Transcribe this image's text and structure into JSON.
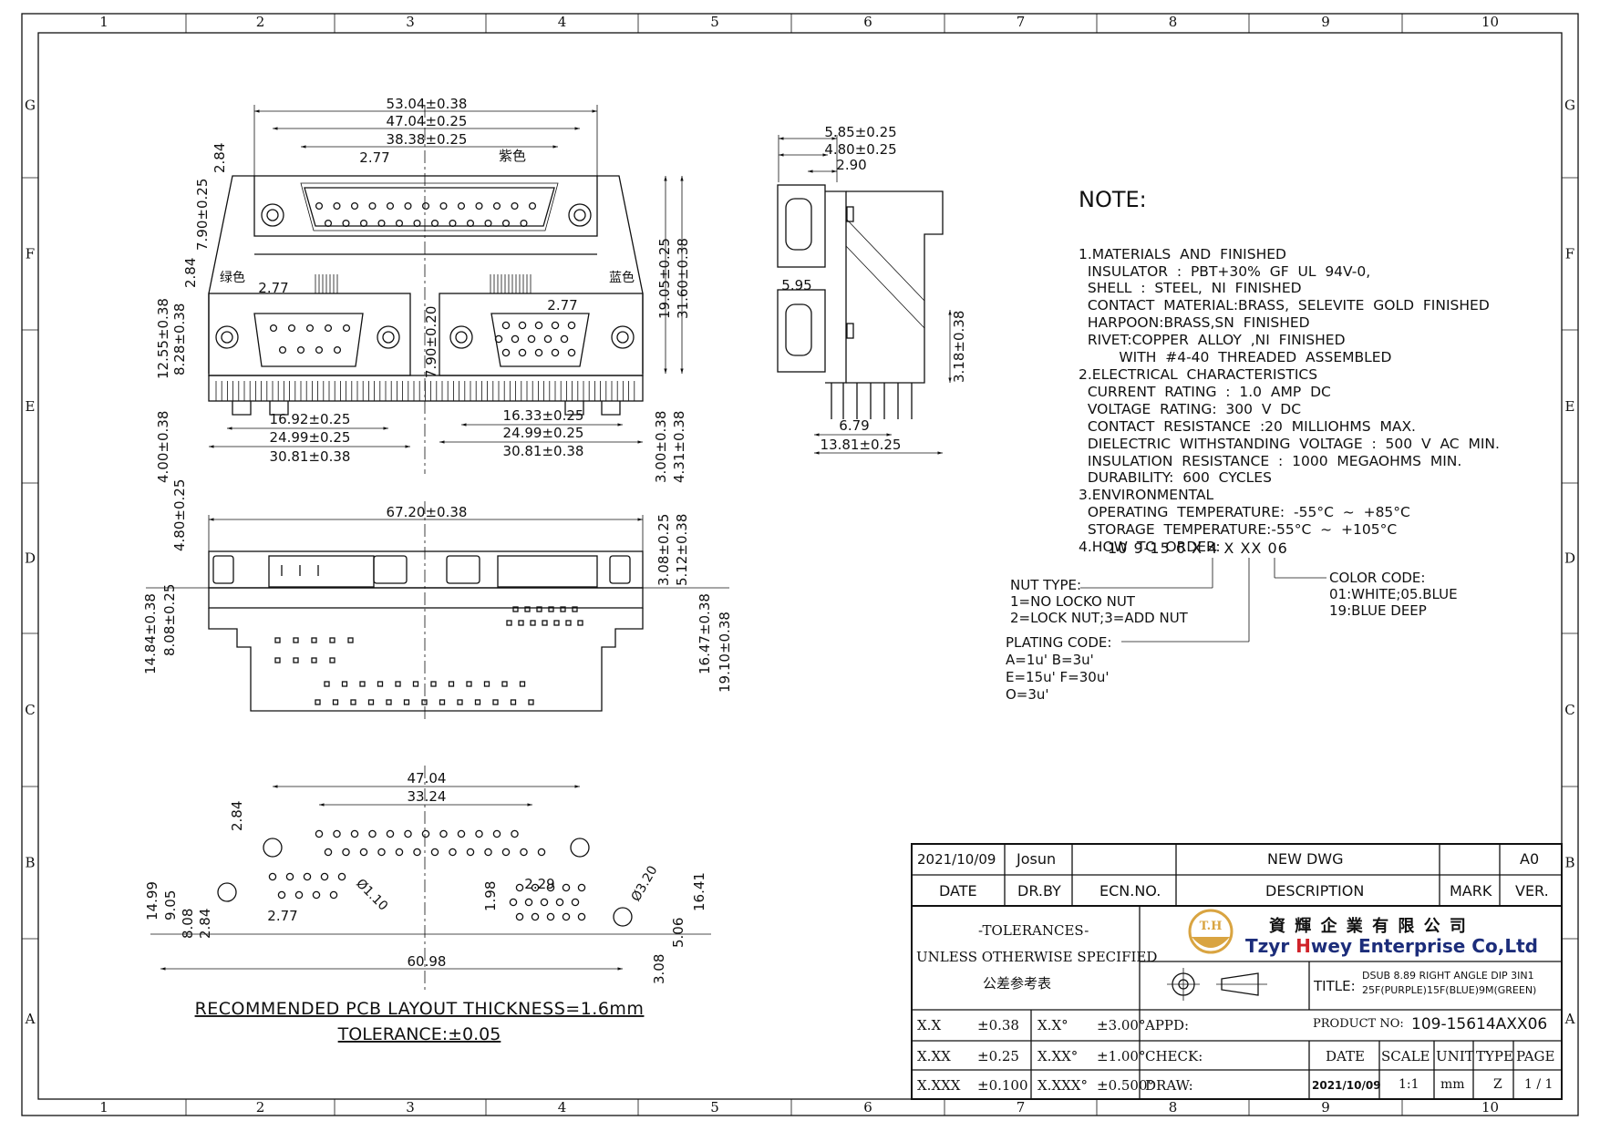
{
  "border": {
    "cols": [
      "1",
      "2",
      "3",
      "4",
      "5",
      "6",
      "7",
      "8",
      "9",
      "10"
    ],
    "rows": [
      "G",
      "F",
      "E",
      "D",
      "C",
      "B",
      "A"
    ]
  },
  "front_view": {
    "dims": {
      "w1": "53.04±0.38",
      "w2": "47.04±0.25",
      "w3": "38.38±0.25",
      "top_pitch": "2.77",
      "top_row": "2.84",
      "left_h": "7.90±0.25",
      "purple": "紫色",
      "green": "绿色",
      "blue": "蓝色",
      "left_pitch": "2.77",
      "left_row": "2.84",
      "right_pitch": "2.77",
      "h1": "12.55±0.38",
      "h2": "8.28±0.38",
      "mid_h": "7.90±0.20",
      "rh1": "19.05±0.25",
      "rh2": "31.60±0.38",
      "lw1": "16.92±0.25",
      "lw2": "24.99±0.25",
      "lw3": "30.81±0.38",
      "rw1": "16.33±0.25",
      "rw2": "24.99±0.25",
      "rw3": "30.81±0.38",
      "bl": "4.00±0.38",
      "br1": "3.00±0.38",
      "br2": "4.31±0.38"
    }
  },
  "side_view": {
    "dims": {
      "d1": "5.85±0.25",
      "d2": "4.80±0.25",
      "d3": "2.90",
      "d4": "5.95",
      "d5": "3.18±0.38",
      "d6": "6.79",
      "d7": "13.81±0.25"
    }
  },
  "bottom_view": {
    "dims": {
      "w": "67.20±0.38",
      "h1": "4.80±0.25",
      "h2": "3.08±0.25",
      "h3": "5.12±0.38",
      "l1": "14.84±0.38",
      "l2": "8.08±0.25",
      "r1": "16.47±0.38",
      "r2": "19.10±0.38"
    }
  },
  "pcb_layout": {
    "dims": {
      "w1": "47.04",
      "w2": "33.24",
      "top": "2.84",
      "hole": "Ø1.10",
      "pitch_r": "2.29",
      "hole_big": "Ø3.20",
      "l1": "14.99",
      "l2": "9.05",
      "l3": "8.08",
      "l4": "2.84",
      "pitch_l": "2.77",
      "r_row": "1.98",
      "r_a": "5.06",
      "r_b": "16.41",
      "w3": "60.98",
      "b": "3.08"
    },
    "caption1": "RECOMMENDED  PCB  LAYOUT  THICKNESS=1.6mm",
    "caption2": "TOLERANCE:±0.05"
  },
  "notes": {
    "heading": "NOTE:",
    "lines": [
      "1.MATERIALS  AND  FINISHED",
      "  INSULATOR  :  PBT+30%  GF  UL  94V-0,",
      "  SHELL  :  STEEL,  NI  FINISHED",
      "  CONTACT  MATERIAL:BRASS,  SELEVITE  GOLD  FINISHED",
      "  HARPOON:BRASS,SN  FINISHED",
      "  RIVET:COPPER  ALLOY  ,NI  FINISHED",
      "         WITH  #4-40  THREADED  ASSEMBLED",
      "2.ELECTRICAL  CHARACTERISTICS",
      "  CURRENT  RATING  :  1.0  AMP  DC",
      "  VOLTAGE  RATING:  300  V  DC",
      "  CONTACT  RESISTANCE  :20  MILLIOHMS  MAX.",
      "  DIELECTRIC  WITHSTANDING  VOLTAGE  :  500  V  AC  MIN.",
      "  INSULATION  RESISTANCE  :  1000  MEGAOHMS  MIN.",
      "  DURABILITY:  600  CYCLES",
      "3.ENVIRONMENTAL",
      "  OPERATING  TEMPERATURE:  -55°C  ~  +85°C",
      "  STORAGE  TEMPERATURE:-55°C  ~  +105°C",
      "4.HOW  TO  ORDER:"
    ]
  },
  "order_code": {
    "code": "10  9-15  6  X  4  X  XX  06",
    "nut_type": [
      "NUT TYPE:",
      "1=NO LOCKO NUT",
      "2=LOCK  NUT;3=ADD  NUT"
    ],
    "color_code": [
      "COLOR  CODE:",
      "01:WHITE;05.BLUE",
      "19:BLUE  DEEP"
    ],
    "plating": [
      "PLATING  CODE:",
      "A=1u'   B=3u'",
      "E=15u'  F=30u'",
      "O=3u'"
    ]
  },
  "title_block": {
    "rev_date": "2021/10/09",
    "rev_drby": "Josun",
    "rev_desc": "NEW  DWG",
    "rev_ver": "A0",
    "h_date": "DATE",
    "h_drby": "DR.BY",
    "h_ecn": "ECN.NO.",
    "h_desc": "DESCRIPTION",
    "h_mark": "MARK",
    "h_ver": "VER.",
    "tol_title": "-TOLERANCES-",
    "tol_sub": "UNLESS OTHERWISE SPECIFIED",
    "tol_cn": "公差参考表",
    "company_cn": "資 輝 企 業 有 限 公 司",
    "company_pre": "Tzyr ",
    "company_h": "H",
    "company_post": "wey Enterprise Co,Ltd",
    "logo_text": "T.H",
    "title_label": "TITLE:",
    "title_1": "DSUB  8.89 RIGHT ANGLE DIP 3IN1",
    "title_2": "25F(PURPLE)15F(BLUE)9M(GREEN)",
    "tol_rows": [
      {
        "k1": "X.X",
        "v1": "±0.38",
        "k2": "X.X°",
        "v2": "±3.00°",
        "label": "APPD:"
      },
      {
        "k1": "X.XX",
        "v1": "±0.25",
        "k2": "X.XX°",
        "v2": "±1.00°",
        "label": "CHECK:"
      },
      {
        "k1": "X.XXX",
        "v1": "±0.100",
        "k2": "X.XXX°",
        "v2": "±0.500°",
        "label": "DRAW:"
      }
    ],
    "product_label": "PRODUCT NO:",
    "product_no": "109-15614AXX06",
    "h2_date": "DATE",
    "h2_scale": "SCALE",
    "h2_unit": "UNIT",
    "h2_type": "TYPE",
    "h2_page": "PAGE",
    "v_date": "2021/10/09",
    "v_scale": "1:1",
    "v_unit": "mm",
    "v_type": "Z",
    "v_page": "1 / 1"
  },
  "colors": {
    "line": "#111111",
    "logo_gold": "#d9a441",
    "brand_red": "#d0232a",
    "brand_blue": "#1c2d7a"
  }
}
